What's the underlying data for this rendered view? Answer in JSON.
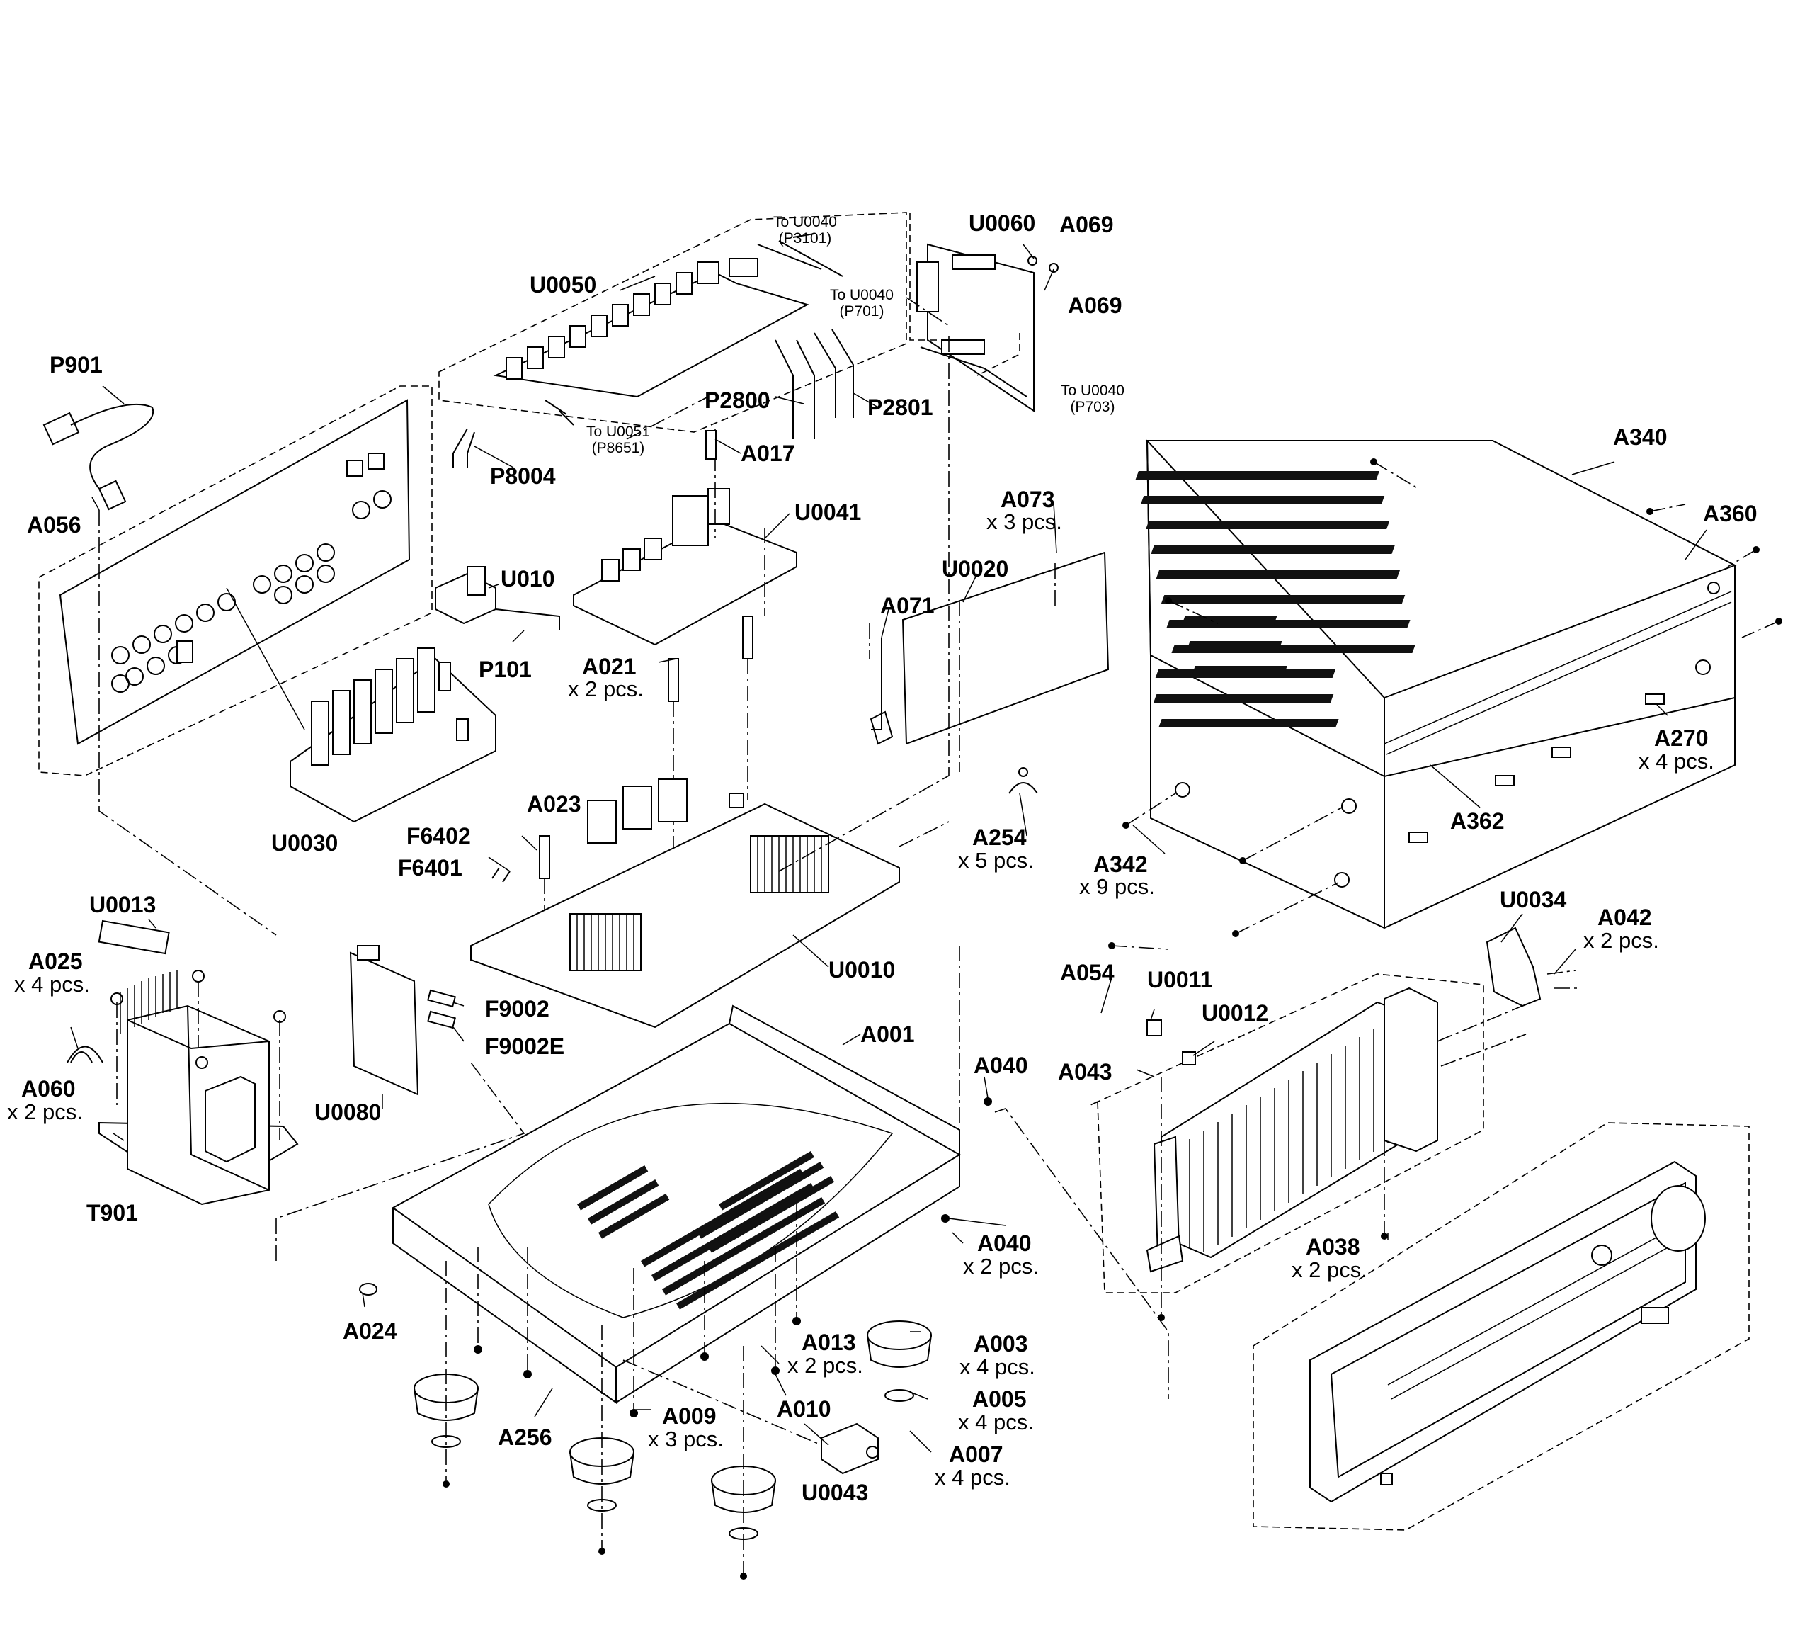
{
  "callouts": [
    {
      "id": "P901",
      "qty": ""
    },
    {
      "id": "A056",
      "qty": ""
    },
    {
      "id": "U0050",
      "qty": ""
    },
    {
      "id": "P8004",
      "qty": ""
    },
    {
      "id": "P2800",
      "qty": ""
    },
    {
      "id": "P2801",
      "qty": ""
    },
    {
      "id": "A017",
      "qty": ""
    },
    {
      "id": "U0041",
      "qty": ""
    },
    {
      "id": "U010",
      "qty": ""
    },
    {
      "id": "P101",
      "qty": ""
    },
    {
      "id": "A021",
      "qty": "x 2 pcs."
    },
    {
      "id": "U0030",
      "qty": ""
    },
    {
      "id": "U0060",
      "qty": ""
    },
    {
      "id": "A069",
      "qty": ""
    },
    {
      "id": "A069b",
      "label": "A069",
      "qty": ""
    },
    {
      "id": "A073",
      "qty": "x 3 pcs."
    },
    {
      "id": "U0020",
      "qty": ""
    },
    {
      "id": "A071",
      "qty": ""
    },
    {
      "id": "A340",
      "qty": ""
    },
    {
      "id": "A360",
      "qty": ""
    },
    {
      "id": "A270",
      "qty": "x 4 pcs."
    },
    {
      "id": "A362",
      "qty": ""
    },
    {
      "id": "A342",
      "qty": "x 9 pcs."
    },
    {
      "id": "A254",
      "qty": "x 5 pcs."
    },
    {
      "id": "A023",
      "qty": ""
    },
    {
      "id": "F6402",
      "qty": ""
    },
    {
      "id": "F6401",
      "qty": ""
    },
    {
      "id": "U0010",
      "qty": ""
    },
    {
      "id": "U0013",
      "qty": ""
    },
    {
      "id": "A025",
      "qty": "x 4 pcs."
    },
    {
      "id": "A060",
      "qty": "x 2 pcs."
    },
    {
      "id": "T901",
      "qty": ""
    },
    {
      "id": "U0080",
      "qty": ""
    },
    {
      "id": "F9002",
      "qty": ""
    },
    {
      "id": "F9002E",
      "qty": ""
    },
    {
      "id": "A001",
      "qty": ""
    },
    {
      "id": "A040",
      "qty": ""
    },
    {
      "id": "A040b",
      "label": "A040",
      "qty": "x 2 pcs."
    },
    {
      "id": "U0034",
      "qty": ""
    },
    {
      "id": "A042",
      "qty": "x 2 pcs."
    },
    {
      "id": "A054",
      "qty": ""
    },
    {
      "id": "U0011",
      "qty": ""
    },
    {
      "id": "U0012",
      "qty": ""
    },
    {
      "id": "A043",
      "qty": ""
    },
    {
      "id": "A038",
      "qty": "x 2 pcs."
    },
    {
      "id": "A024",
      "qty": ""
    },
    {
      "id": "A256",
      "qty": ""
    },
    {
      "id": "A009",
      "qty": "x 3 pcs."
    },
    {
      "id": "A013",
      "qty": "x 2 pcs."
    },
    {
      "id": "A010",
      "qty": ""
    },
    {
      "id": "A003",
      "qty": "x 4 pcs."
    },
    {
      "id": "A005",
      "qty": "x 4 pcs."
    },
    {
      "id": "A007",
      "qty": "x 4 pcs."
    },
    {
      "id": "U0043",
      "qty": ""
    }
  ],
  "connector_notes": {
    "to_p3101": {
      "line1": "To U0040",
      "line2": "(P3101)"
    },
    "to_p701": {
      "line1": "To U0040",
      "line2": "(P701)"
    },
    "to_p703": {
      "line1": "To U0040",
      "line2": "(P703)"
    },
    "to_p8651": {
      "line1": "To U0051",
      "line2": "(P8651)"
    }
  }
}
